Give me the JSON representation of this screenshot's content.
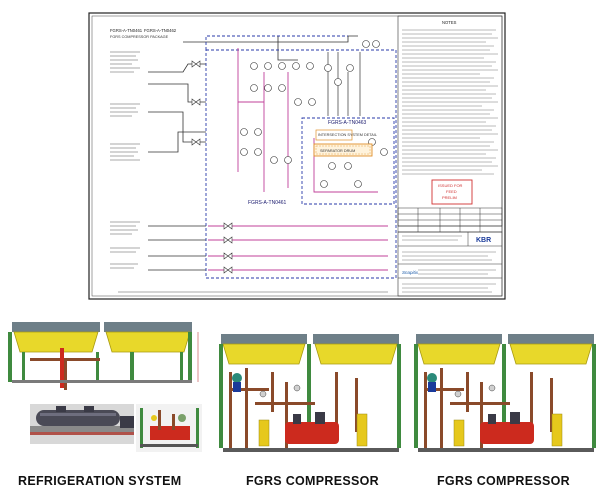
{
  "drawing": {
    "sheet_id_left": "FGRS-A-TN0461",
    "sheet_id_left_alt": "FGRS-A-TN0462",
    "header_text": "FGRS COMPRESSOR PACKAGE",
    "area_label_main": "FGRS-A-TN0461",
    "area_label_sub": "FGRS-A-TN0463",
    "sub_box_title": "INTERSECTION SYSTEM DETAIL",
    "vessel_label": "SEPARATOR DRUM",
    "notes_title": "NOTES",
    "stamp_line1": "ISSUED FOR",
    "stamp_line2": "FEED",
    "stamp_line3": "PRELIM",
    "company_logo": "KBR",
    "client_logo": "Snapitix",
    "colors": {
      "border": "#222222",
      "area_blue": "#2a3aa8",
      "magenta_line": "#c0409a",
      "stamp_red": "#d03030",
      "pipe_black": "#333333"
    }
  },
  "panels": [
    {
      "caption": "REFRIGERATION SYSTEM"
    },
    {
      "caption": "FGRS COMPRESSOR"
    },
    {
      "caption": "FGRS COMPRESSOR"
    }
  ],
  "model_colors": {
    "tank_yellow": "#e8d82a",
    "tank_gray": "#6e7f88",
    "frame_green": "#3f8a3f",
    "pipe_brown": "#8a4a2a",
    "skid_red": "#cc2a1e",
    "cooler_yellow": "#e6c81c"
  }
}
